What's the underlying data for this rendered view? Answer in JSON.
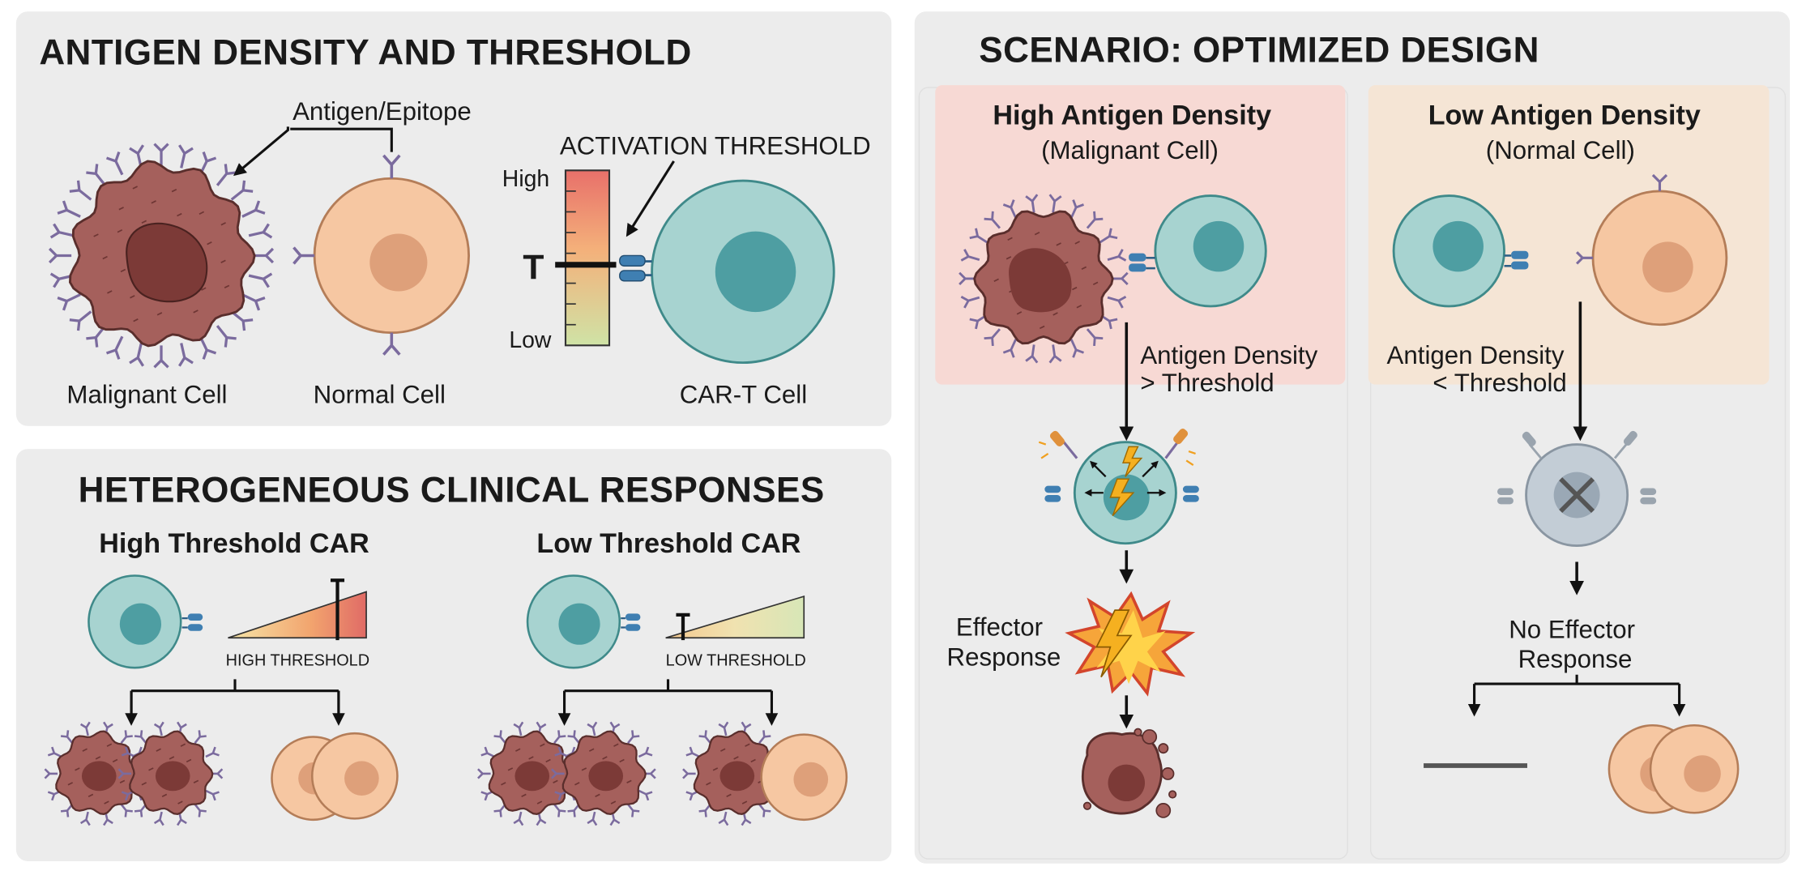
{
  "panel_antigen": {
    "title": "ANTIGEN DENSITY AND THRESHOLD",
    "epitope_label": "Antigen/Epitope",
    "malignant_label": "Malignant Cell",
    "normal_label": "Normal Cell",
    "threshold_title": "ACTIVATION THRESHOLD",
    "scale_high": "High",
    "scale_t": "T",
    "scale_low": "Low",
    "cart_label": "CAR-T Cell"
  },
  "panel_responses": {
    "title": "HETEROGENEOUS CLINICAL RESPONSES",
    "high_car": {
      "title": "High Threshold CAR",
      "threshold_label": "HIGH THRESHOLD",
      "marker": "T"
    },
    "low_car": {
      "title": "Low Threshold CAR",
      "threshold_label": "LOW THRESHOLD",
      "marker": "T"
    }
  },
  "panel_scenario": {
    "title": "SCENARIO: OPTIMIZED DESIGN",
    "high": {
      "title": "High Antigen Density",
      "subtitle": "(Malignant Cell)",
      "condition_line1": "Antigen Density",
      "condition_line2": "> Threshold",
      "outcome_line1": "Effector",
      "outcome_line2": "Response"
    },
    "low": {
      "title": "Low Antigen Density",
      "subtitle": "(Normal Cell)",
      "condition_line1": "Antigen Density",
      "condition_line2": "< Threshold",
      "outcome_line1": "No Effector",
      "outcome_line2": "Response"
    }
  },
  "colors": {
    "panel_bg": "#ececec",
    "malignant_fill": "#a5605c",
    "malignant_nucleus": "#7c3a37",
    "normal_fill": "#f6c7a2",
    "normal_nucleus": "#dea07a",
    "cart_fill": "#a7d3d0",
    "cart_nucleus": "#4e9ea2",
    "receptor": "#3f7fb2",
    "antigen": "#7b6b9e",
    "high_zone": "#f7d9d4",
    "low_zone": "#f5e5d5"
  }
}
